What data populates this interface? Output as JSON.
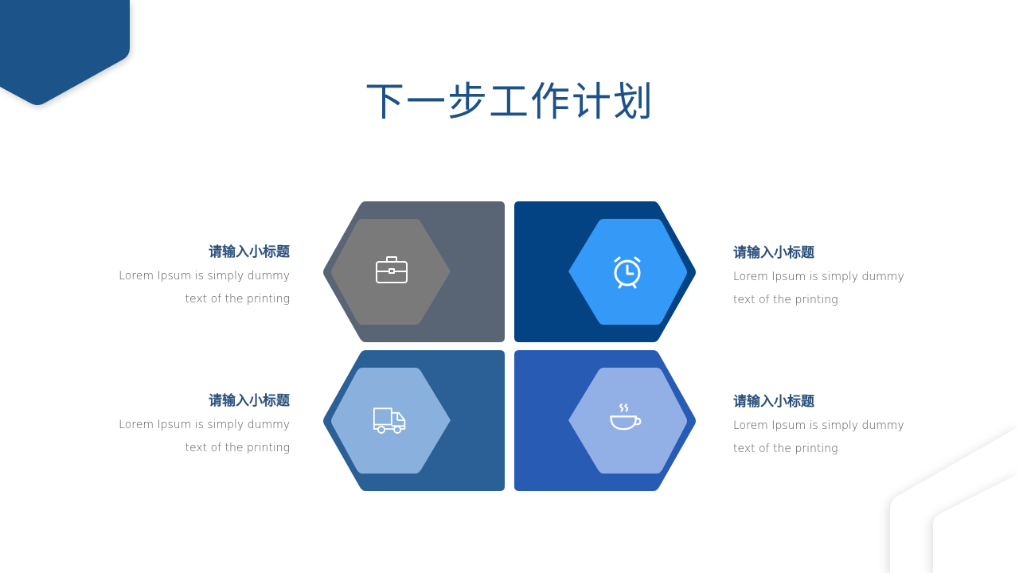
{
  "slide": {
    "title": "下一步工作计划",
    "colors": {
      "title": "#1e5188",
      "subtitle": "#2a4f7c",
      "body": "#555555",
      "corner_deco": "#1b5288"
    }
  },
  "items": [
    {
      "position": "top-left",
      "subtitle": "请输入小标题",
      "line1": "Lorem Ipsum is simply dummy",
      "line2": "text of the printing",
      "icon": "briefcase-icon",
      "card_color": "#596574",
      "hex_color": "#7a7a7a"
    },
    {
      "position": "top-right",
      "subtitle": "请输入小标题",
      "line1": "Lorem Ipsum is simply dummy",
      "line2": "text of the printing",
      "icon": "alarm-clock-icon",
      "card_color": "#034283",
      "hex_color": "#3599f8"
    },
    {
      "position": "bottom-left",
      "subtitle": "请输入小标题",
      "line1": "Lorem Ipsum is simply dummy",
      "line2": "text of the printing",
      "icon": "truck-icon",
      "card_color": "#2a6096",
      "hex_color": "#8ab0dd"
    },
    {
      "position": "bottom-right",
      "subtitle": "请输入小标题",
      "line1": "Lorem Ipsum is simply dummy",
      "line2": "text of the printing",
      "icon": "coffee-cup-icon",
      "card_color": "#285bb4",
      "hex_color": "#93b0e6"
    }
  ]
}
